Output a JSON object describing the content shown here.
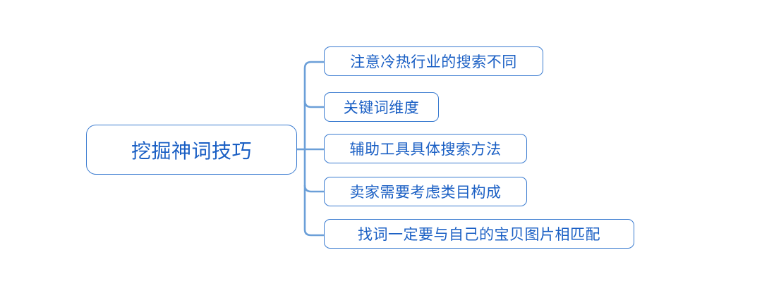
{
  "diagram": {
    "type": "mind-map",
    "orientation": "left-to-right",
    "colors": {
      "text": "#1a5fc4",
      "border": "#3a7bd0",
      "connector": "#6b9fd8",
      "background": "#ffffff"
    },
    "root": {
      "label": "挖掘神词技巧"
    },
    "branches": [
      {
        "label": "注意冷热行业的搜索不同"
      },
      {
        "label": "关键词维度"
      },
      {
        "label": "辅助工具具体搜索方法"
      },
      {
        "label": "卖家需要考虑类目构成"
      },
      {
        "label": "找词一定要与自己的宝贝图片相匹配"
      }
    ]
  }
}
